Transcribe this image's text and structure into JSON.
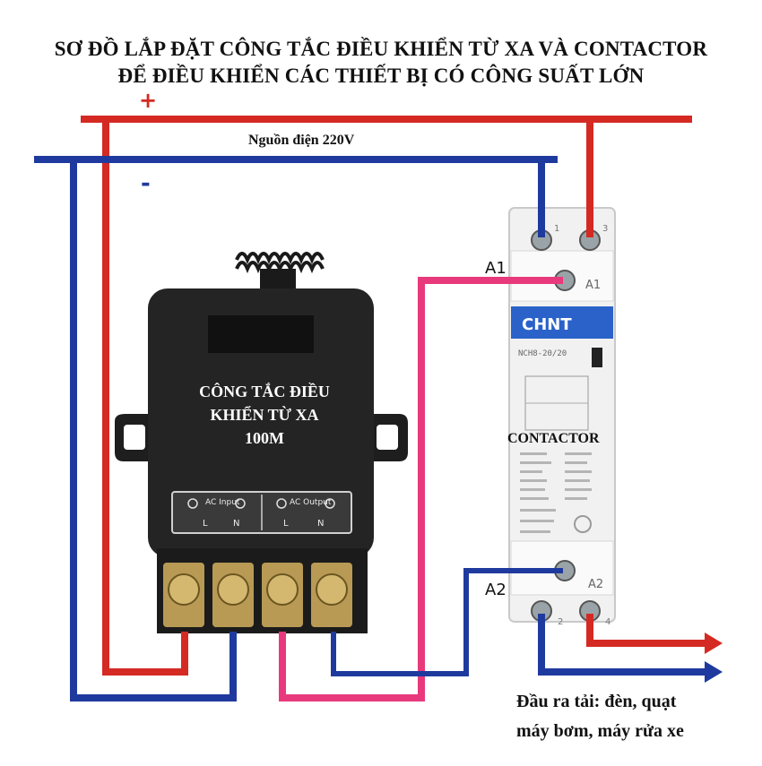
{
  "title": {
    "line1": "SƠ ĐỒ LẮP ĐẶT CÔNG TẮC ĐIỀU KHIỂN TỪ XA VÀ CONTACTOR",
    "line2": "ĐỂ ĐIỀU KHIỂN CÁC THIẾT BỊ CÓ CÔNG SUẤT LỚN"
  },
  "power": {
    "label": "Nguồn điện 220V",
    "plus": "+",
    "minus": "-"
  },
  "remote": {
    "label_line1": "CÔNG TẮC ĐIỀU",
    "label_line2": "KHIỂN TỪ XA",
    "label_line3": "100M",
    "input_label": "AC Input",
    "output_label": "AC Output",
    "terminals": [
      "L",
      "N",
      "L",
      "N"
    ]
  },
  "contactor": {
    "label": "CONTACTOR",
    "brand": "CHNT",
    "model": "NCH8-20/20",
    "a1": "A1",
    "a2": "A2",
    "top_terminals": [
      "1",
      "3"
    ],
    "bottom_terminals": [
      "2",
      "4"
    ]
  },
  "output": {
    "line1": "Đầu ra tải: đèn, quạt",
    "line2": "máy bơm, máy rửa xe"
  },
  "colors": {
    "red": "#d42a23",
    "blue": "#1f3a9e",
    "pink": "#e8397c"
  }
}
